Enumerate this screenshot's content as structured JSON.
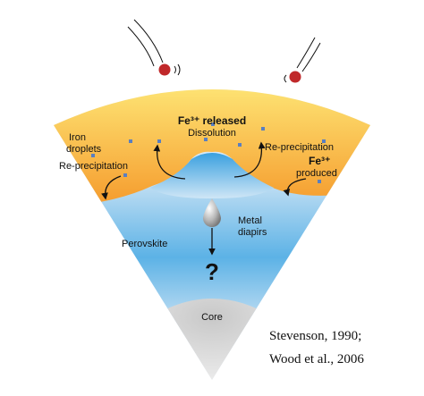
{
  "labels": {
    "iron_droplets_line1": "Iron",
    "iron_droplets_line2": "droplets",
    "re_precipitation_left": "Re-precipitation",
    "fe_released": "Fe³⁺ released",
    "dissolution": "Dissolution",
    "re_precipitation_right": "Re-precipitation",
    "fe_produced_ion": "Fe³⁺",
    "fe_produced_word": "produced",
    "metal_diapirs_line1": "Metal",
    "metal_diapirs_line2": "diapirs",
    "perovskite": "Perovskite",
    "question_mark": "?",
    "core": "Core"
  },
  "citation": {
    "line1": "Stevenson, 1990;",
    "line2": "Wood et al., 2006"
  },
  "colors": {
    "magma_ocean_top": "#fde070",
    "magma_ocean_bottom": "#f59a2c",
    "mantle_light": "#eef5fb",
    "mantle_blue": "#4aa8e0",
    "core_grey": "#dcdcdc",
    "droplet_blue": "#5a7fc0",
    "impactor_red": "#c0282a"
  }
}
